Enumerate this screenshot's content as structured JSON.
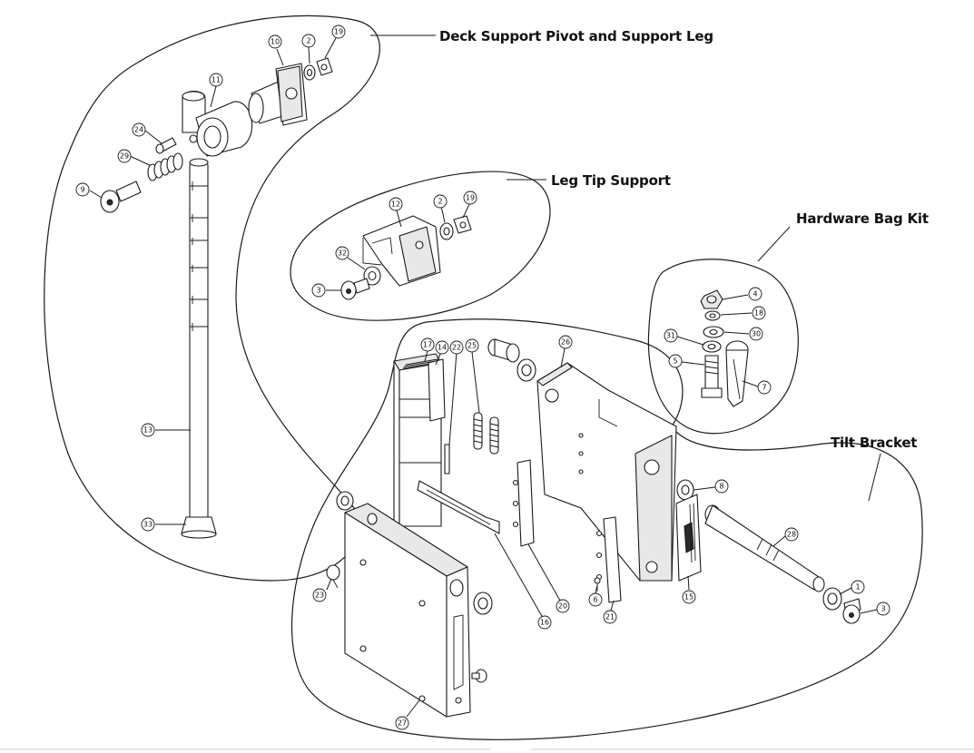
{
  "titles": {
    "deck_support": "Deck Support Pivot and Support Leg",
    "leg_tip": "Leg Tip Support",
    "hardware_bag": "Hardware Bag Kit",
    "tilt_bracket": "Tilt Bracket"
  },
  "callouts": {
    "c10": "10",
    "c2a": "2",
    "c19a": "19",
    "c11": "11",
    "c24": "24",
    "c29": "29",
    "c9": "9",
    "c13": "13",
    "c33": "33",
    "c12": "12",
    "c2b": "2",
    "c19b": "19",
    "c32": "32",
    "c3a": "3",
    "c4": "4",
    "c18": "18",
    "c30": "30",
    "c31": "31",
    "c5": "5",
    "c7": "7",
    "c17": "17",
    "c14": "14",
    "c22": "22",
    "c25": "25",
    "c26": "26",
    "c8": "8",
    "c28": "28",
    "c1": "1",
    "c3b": "3",
    "c15": "15",
    "c21": "21",
    "c6": "6",
    "c20": "20",
    "c16": "16",
    "c23": "23",
    "c27": "27"
  }
}
